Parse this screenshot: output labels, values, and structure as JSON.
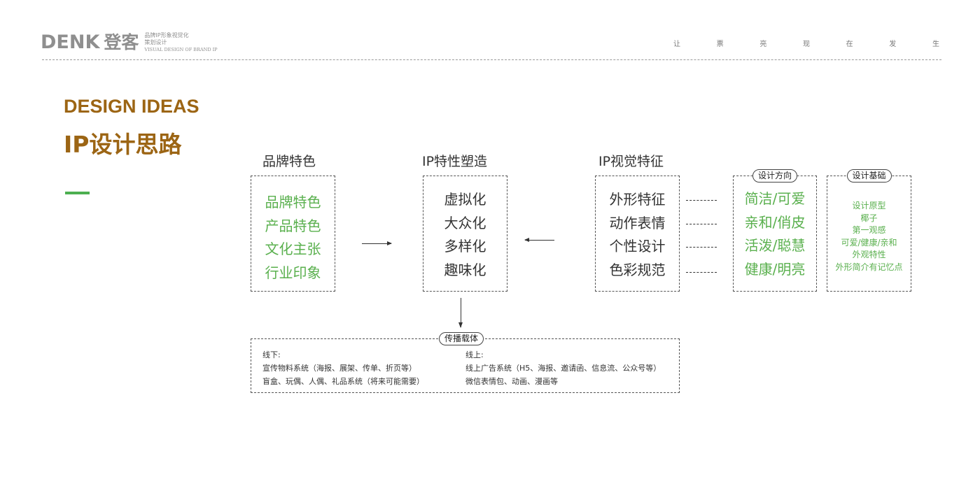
{
  "header": {
    "logo_mark": "DENK",
    "logo_cn": "登客",
    "logo_sub": [
      "品牌IP形象视觉化",
      "策划设计",
      "VISUAL DESIGN OF BRAND IP"
    ],
    "slogan": [
      "让",
      "票",
      "亮",
      "现",
      "在",
      "发",
      "生"
    ]
  },
  "title": {
    "en": "DESIGN IDEAS",
    "cn": "IP设计思路"
  },
  "columns": {
    "brand": {
      "heading": "品牌特色",
      "items": [
        "品牌特色",
        "产品特色",
        "文化主张",
        "行业印象"
      ]
    },
    "ip_shape": {
      "heading": "IP特性塑造",
      "items": [
        "虚拟化",
        "大众化",
        "多样化",
        "趣味化"
      ]
    },
    "visual": {
      "heading": "IP视觉特征",
      "items": [
        "外形特征",
        "动作表情",
        "个性设计",
        "色彩规范"
      ]
    },
    "direction": {
      "tag": "设计方向",
      "items": [
        "简洁/可爱",
        "亲和/俏皮",
        "活泼/聪慧",
        "健康/明亮"
      ]
    },
    "basis": {
      "tag": "设计基础",
      "items": [
        "设计原型",
        "椰子",
        "第一观感",
        "可爱/健康/亲和",
        "外观特性",
        "外形简介有记忆点"
      ]
    }
  },
  "media": {
    "tag": "传播载体",
    "offline": [
      "线下:",
      "宣传物料系统（海报、展架、传单、折页等）",
      "盲盒、玩偶、人偶、礼品系统（将来可能需要）"
    ],
    "online": [
      "线上:",
      "线上广告系统（H5、海报、邀请函、信息流、公众号等）",
      "微信表情包、动画、漫画等"
    ]
  },
  "colors": {
    "title": "#9c6514",
    "accent_green": "#5ab04e",
    "text": "#333333",
    "logo_gray": "#8f8f8f"
  }
}
